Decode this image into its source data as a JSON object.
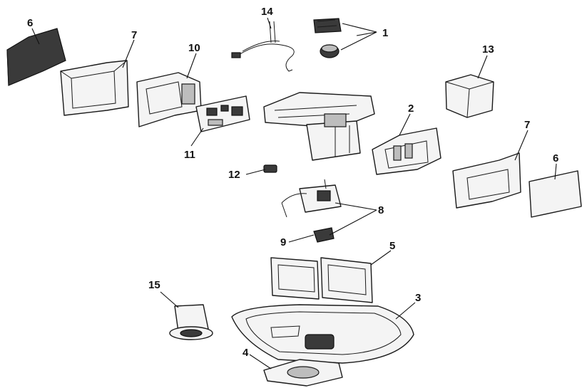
{
  "callouts": {
    "c1": "1",
    "c2": "2",
    "c3": "3",
    "c4": "4",
    "c5": "5",
    "c6a": "6",
    "c6b": "6",
    "c7a": "7",
    "c7b": "7",
    "c8": "8",
    "c9": "9",
    "c10": "10",
    "c11": "11",
    "c12": "12",
    "c13": "13",
    "c14": "14",
    "c15": "15"
  }
}
